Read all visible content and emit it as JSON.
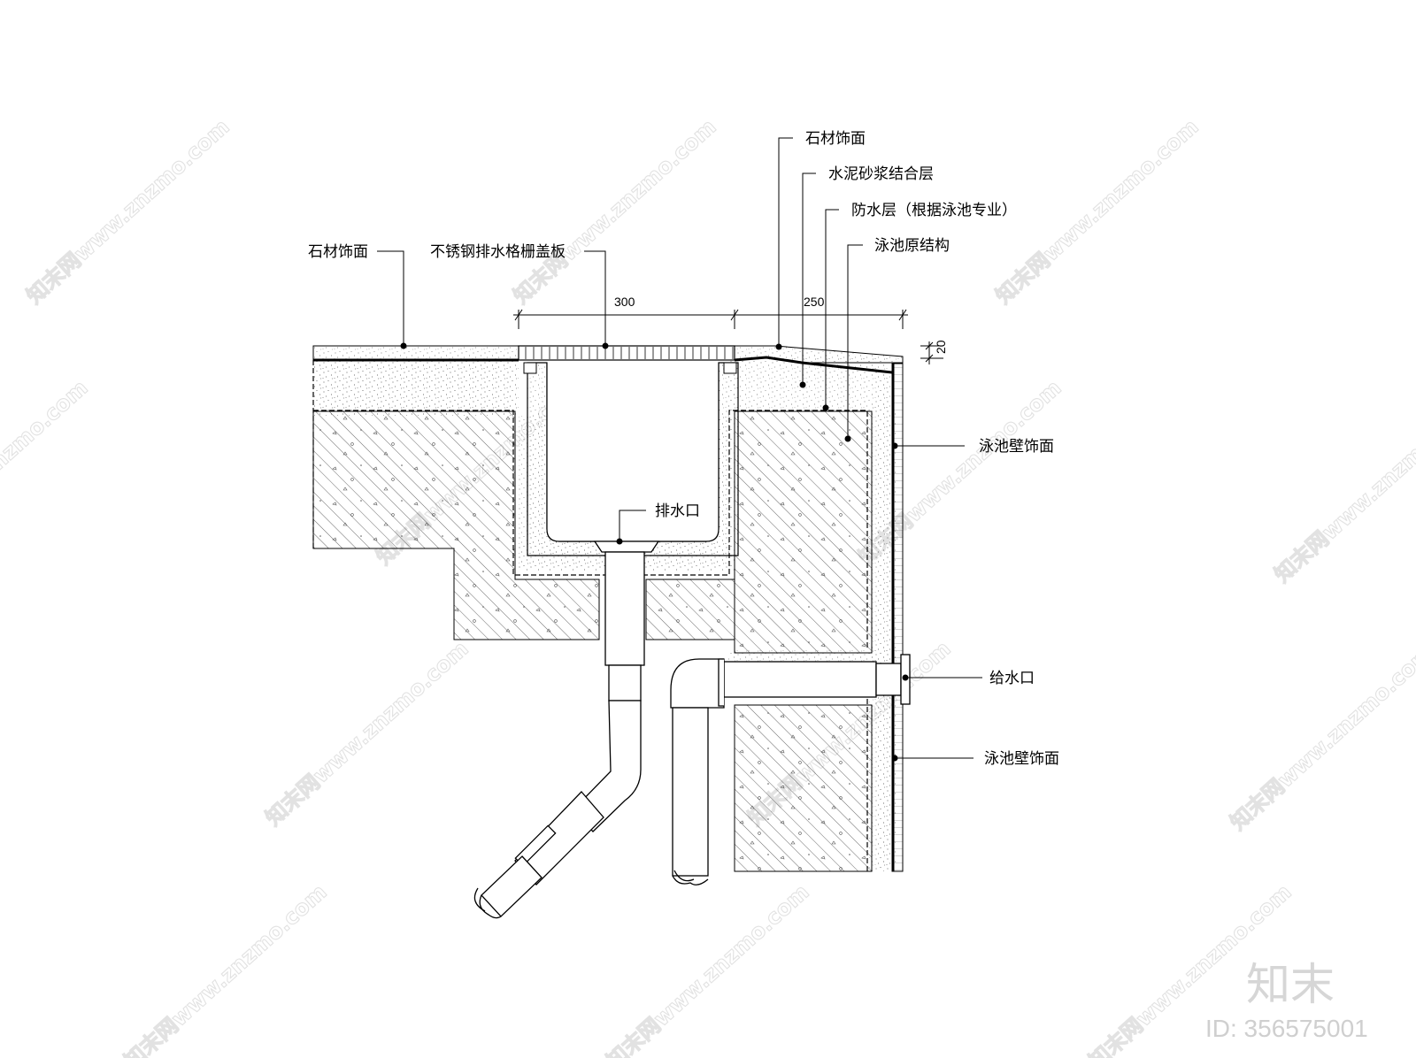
{
  "labels": {
    "stone_left": "石材饰面",
    "grate": "不锈钢排水格栅盖板",
    "stone_right": "石材饰面",
    "mortar": "水泥砂浆结合层",
    "waterproof": "防水层（根据泳池专业）",
    "structure": "泳池原结构",
    "wall_finish_upper": "泳池壁饰面",
    "drain": "排水口",
    "inlet": "给水口",
    "wall_finish_lower": "泳池壁饰面"
  },
  "dimensions": {
    "gutter_width": "300",
    "edge_width": "250",
    "finish_thickness": "20"
  },
  "watermark": {
    "text": "知末网www.znzmo.com",
    "logo": "知末",
    "id": "ID: 356575001"
  },
  "colors": {
    "ink": "#000000",
    "hatch": "#444444",
    "speckle": "#666666",
    "watermark": "#dddddd"
  }
}
